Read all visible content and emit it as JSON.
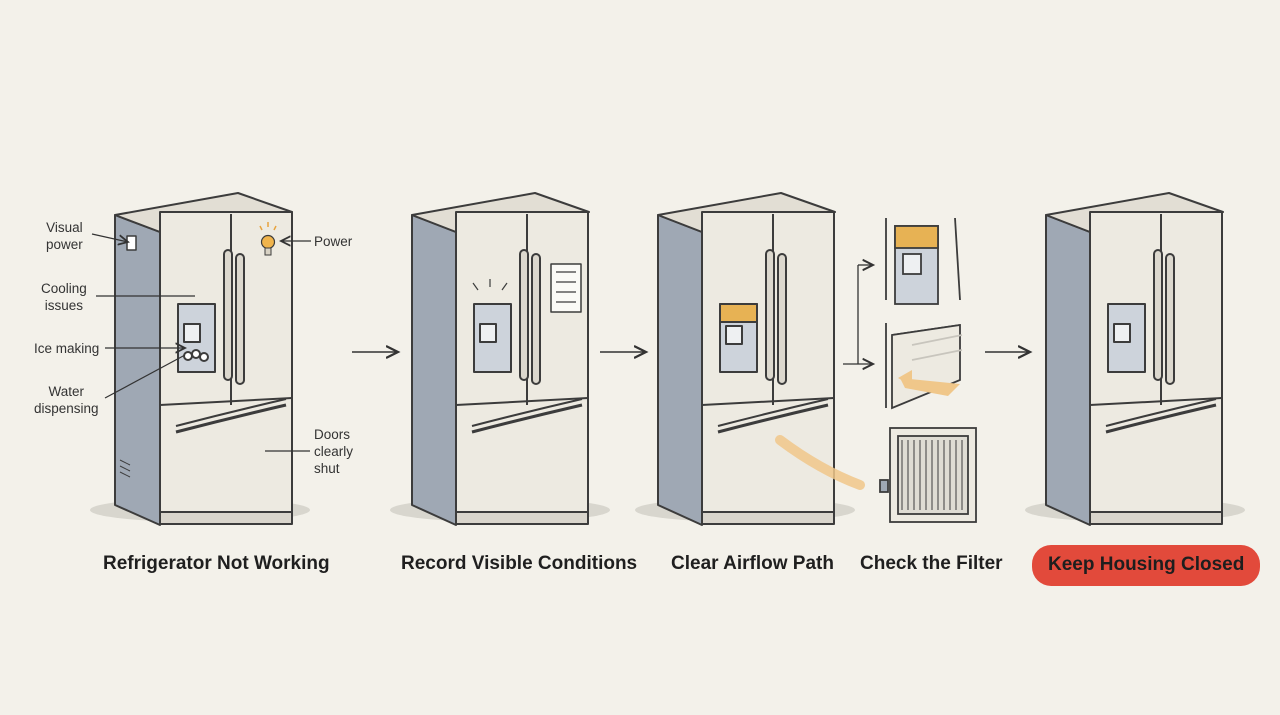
{
  "callouts": {
    "visual_power": "Visual\npower",
    "power": "Power",
    "cooling_issues": "Cooling\nissues",
    "ice_making": "Ice making",
    "water_dispensing": "Water\ndispensing",
    "doors_clearly_shut": "Doors\nclearly\nshut"
  },
  "steps": [
    "Refrigerator Not Working",
    "Record Visible Conditions",
    "Clear Airflow Path",
    "Check the Filter",
    "Keep Housing Closed"
  ],
  "colors": {
    "background": "#f3f1ea",
    "body": "#edeae1",
    "side": "#9fa8b4",
    "line": "#3c3c3c",
    "highlight": "#e7b254",
    "alert": "#e24a3b"
  },
  "icons": [
    "lightbulb-icon",
    "arrow-right-icon",
    "filter-grille-icon"
  ]
}
